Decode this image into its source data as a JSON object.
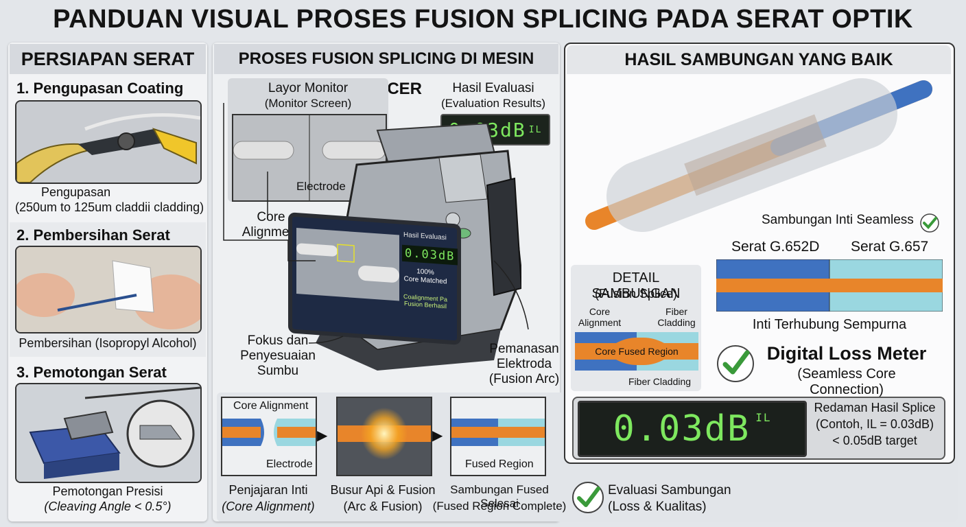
{
  "title": "PANDUAN VISUAL PROSES FUSION SPLICING PADA SERAT OPTIK",
  "left": {
    "header": "PERSIAPAN SERAT",
    "steps": [
      {
        "title": "1. Pengupasan Coating",
        "caption1": "Pengupasan",
        "caption2": "(250um to 125um claddii cladding)"
      },
      {
        "title": "2. Pembersihan Serat",
        "caption1": "Pembersihan (Isopropyl Alcohol)"
      },
      {
        "title": "3. Pemotongan Serat",
        "caption1": "Pemotongan Presisi",
        "caption2": "(Cleaving Angle < 0.5°)"
      }
    ]
  },
  "middle": {
    "header": "PROSES FUSION SPLICING DI MESIN SPLICER",
    "monitor": {
      "title": "Layor Monitor",
      "subtitle": "(Monitor Screen)",
      "electrode": "Electrode",
      "core": "Core\nAlignment"
    },
    "eval": {
      "title": "Hasil Evaluasi",
      "subtitle": "(Evaluation Results)",
      "reading": "0.03dB",
      "unit": "IL"
    },
    "screen": {
      "eval_label": "Hasil Evaluasi",
      "reading": "0.03dB",
      "matched": "100%\nCore Matched",
      "note": "Coalignment Pa\nFusion Berhasil"
    },
    "fokus": "Fokus dan\nPenyesuaian\nSumbu",
    "pemanasan": "Pemanasan\nElektroda\n(Fusion Arc)",
    "seq": [
      {
        "top": "Core Alignment",
        "bottom": "Electrode",
        "caption": "Penjajaran Inti",
        "caption2": "(Core Alignment)"
      },
      {
        "caption": "Busur Api & Fusion",
        "caption2": "(Arc & Fusion)"
      },
      {
        "bottom": "Fused Region",
        "caption": "Sambungan Fused Selesai",
        "caption2": "(Fused Region Complete)"
      }
    ],
    "evaluasi": "Evaluasi Sambungan",
    "evaluasi2": "(Loss & Kualitas)"
  },
  "right": {
    "header": "HASIL SAMBUNGAN YANG BAIK",
    "seamless": "Sambungan Inti Seamless",
    "fiber1": "Serat G.652D",
    "fiber2": "Serat G.657",
    "inti": "Inti Terhubung Sempurna",
    "detail": {
      "title": "DETAIL SAMBUNGAN",
      "subtitle": "(Fusion Splice)",
      "core": "Core\nAlignment",
      "fiber_top": "Fiber\nCladding",
      "region": "Core Fused Region",
      "fiber_bottom": "Fiber Cladding"
    },
    "meter_title": "Digital Loss Meter",
    "meter_sub": "(Seamless Core Connection)",
    "reading": "0.03dB",
    "unit": "IL",
    "redaman": "Redaman Hasil Splice",
    "contoh": "(Contoh, IL = 0.03dB)",
    "target": "< 0.05dB target"
  },
  "colors": {
    "core": "#e8852a",
    "cladding_blue": "#3f72c0",
    "cladding_cyan": "#9ad7e0",
    "display_green": "#7ee85f"
  }
}
